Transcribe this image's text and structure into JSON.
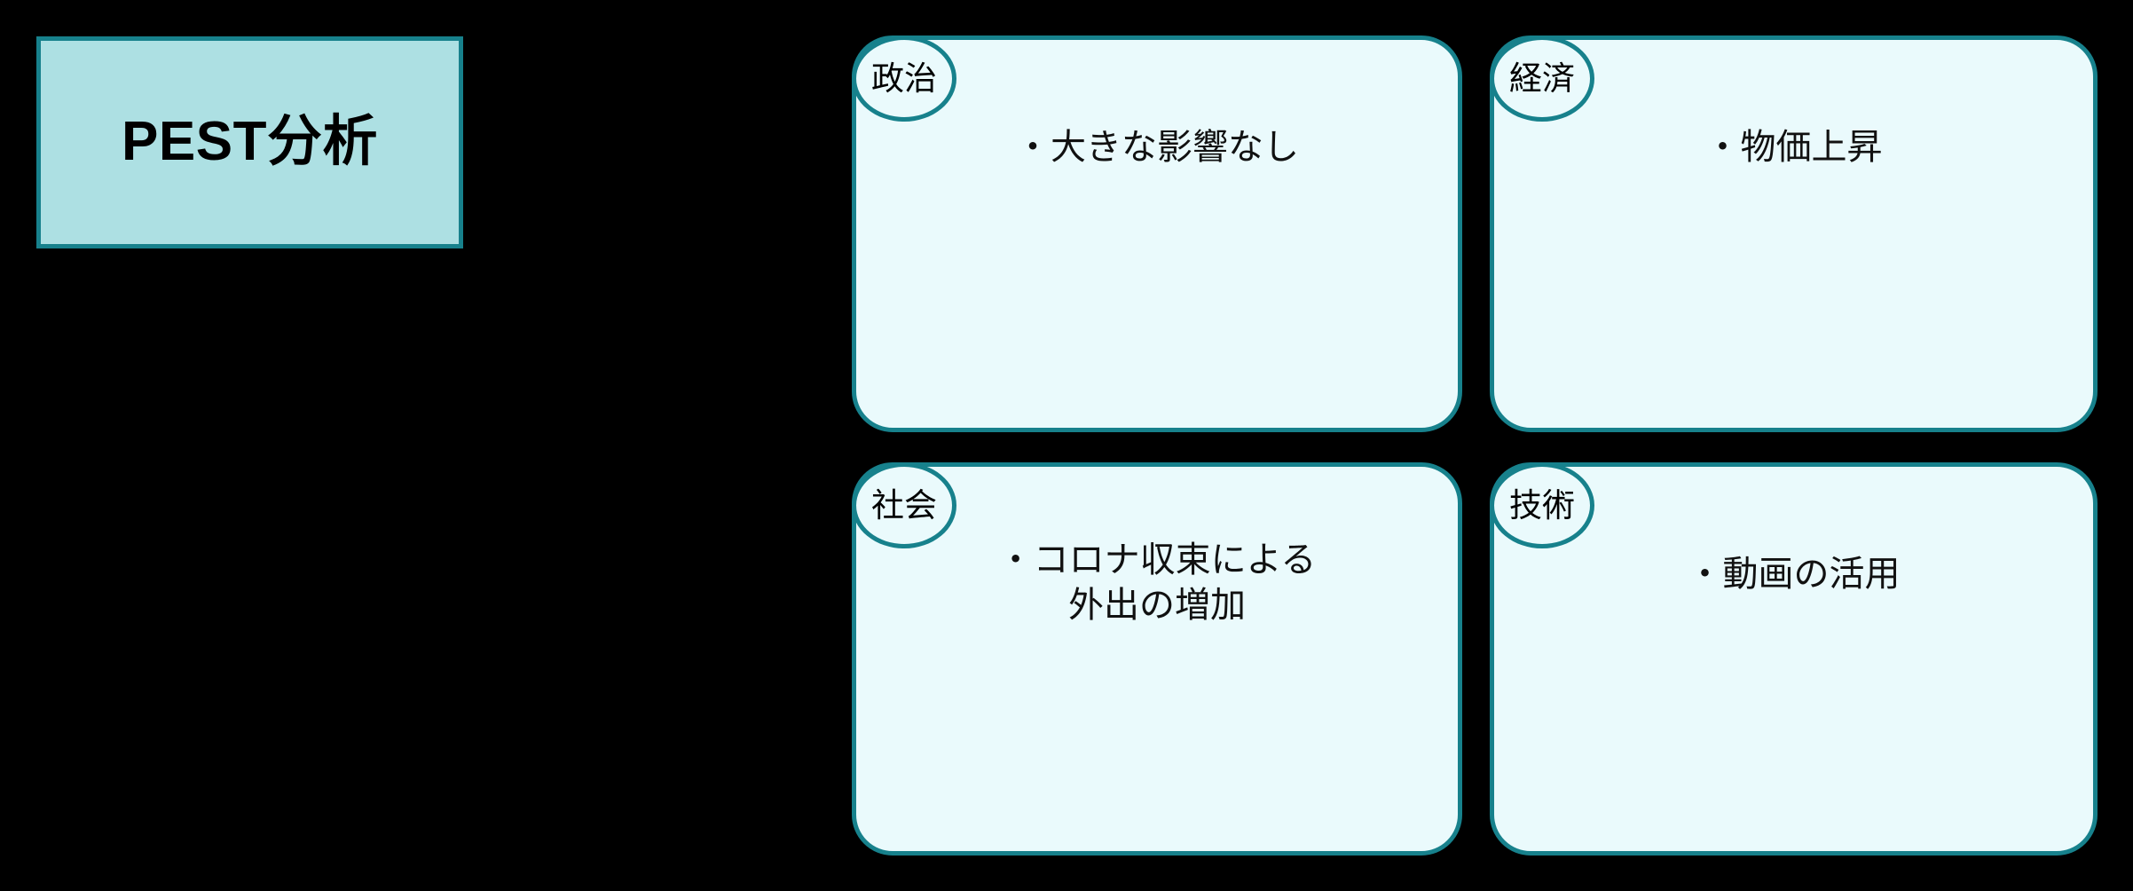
{
  "page": {
    "background_color": "#000000",
    "accent_color": "#17818C",
    "panel_fill_color": "#EAFAFC",
    "title_fill_color": "#ADE0E3",
    "text_color": "#000000"
  },
  "title": {
    "label": "PEST分析"
  },
  "quadrants": [
    {
      "id": "political",
      "label": "政治",
      "body": "・大きな影響なし"
    },
    {
      "id": "economic",
      "label": "経済",
      "body": "・物価上昇"
    },
    {
      "id": "social",
      "label": "社会",
      "body": "・コロナ収束による\n外出の増加"
    },
    {
      "id": "technological",
      "label": "技術",
      "body": "・動画の活用"
    }
  ]
}
